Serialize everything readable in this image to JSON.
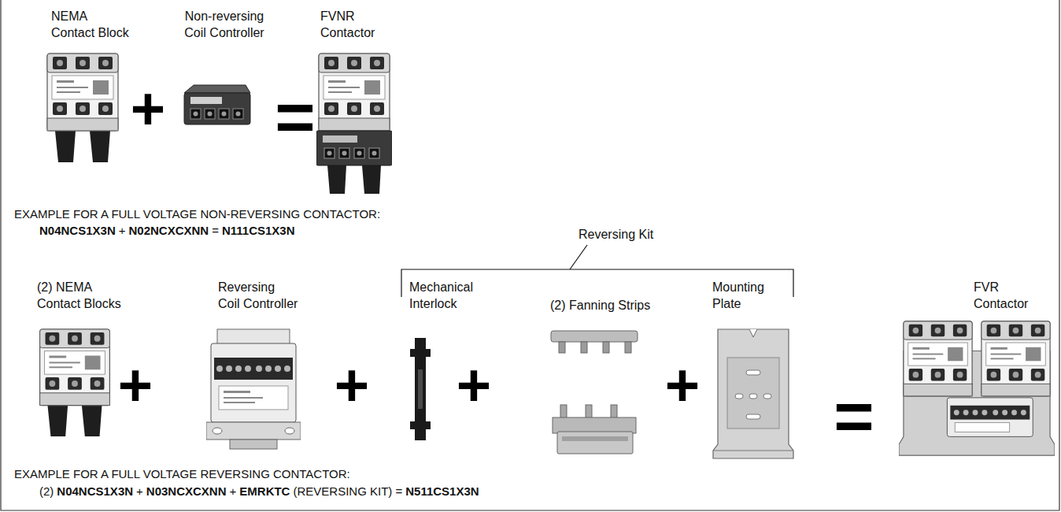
{
  "diagram": {
    "nodes": [
      {
        "text": [
          "NEMA Contact Block"
        ]
      },
      {
        "text": [
          "Non-reversing Coil Controller"
        ]
      },
      {
        "text": [
          "FVNR Contactor"
        ]
      },
      {
        "text": [
          "(2) NEMA Contact Blocks"
        ]
      },
      {
        "text": [
          "Reversing Coil Controller"
        ]
      },
      {
        "text": [
          "Mechanical Interlock"
        ]
      },
      {
        "text": [
          "(2) Fanning Strips"
        ]
      },
      {
        "text": [
          "Mounting Plate"
        ]
      },
      {
        "text": [
          "FVR Contactor"
        ]
      }
    ],
    "labels": [
      "+",
      "=",
      "EXAMPLE FOR A FULL VOLTAGE NON-REVERSING CONTACTOR:",
      "N04NCS1X3N",
      "+",
      "N02NCXCXNN",
      "=",
      "N111CS1X3N",
      "Reversing Kit",
      "+",
      "+",
      "+",
      "+",
      "=",
      "EXAMPLE FOR A FULL VOLTAGE REVERSING CONTACTOR:",
      "(2)",
      "N04NCS1X3N",
      "+",
      "N03NCXCXNN",
      "+",
      "EMRKTC",
      "(REVERSING KIT) =",
      "N511CS1X3N"
    ]
  }
}
